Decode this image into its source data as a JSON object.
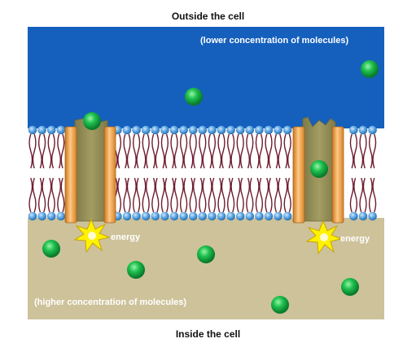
{
  "title_outside": "Outside the cell",
  "title_inside": "Inside the cell",
  "outside_label": "(lower concentration of molecules)",
  "inside_label": "(higher concentration of molecules)",
  "energy_label": "energy",
  "colors": {
    "outside": "#1560bd",
    "inside": "#cdc29a",
    "molecule": "#19b84a",
    "phospholipid_head": "#5aa3e0",
    "phospholipid_tail": "#6e1c2e",
    "pump_body": "#8f8a55",
    "pump_pillar": "#f0a04a",
    "energy_burst": "#fff200"
  },
  "icons": [
    "molecule-circle",
    "phospholipid",
    "protein-pump",
    "energy-burst"
  ]
}
